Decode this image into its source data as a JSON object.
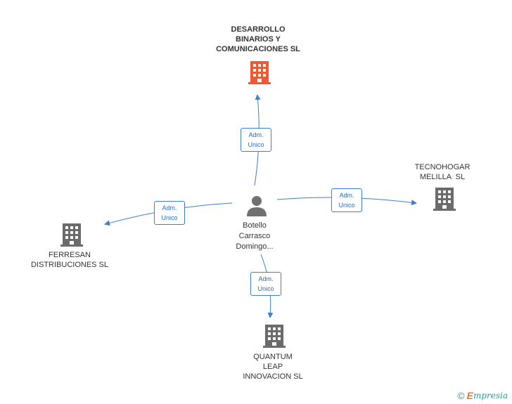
{
  "center": {
    "name_lines": [
      "Botello",
      "Carrasco",
      "Domingo..."
    ]
  },
  "companies": [
    {
      "id": "desarrollo",
      "lines": [
        "DESARROLLO",
        "BINARIOS Y",
        "COMUNICACIONES SL"
      ],
      "highlight": true
    },
    {
      "id": "tecnohogar",
      "lines": [
        "TECNOHOGAR",
        "MELILLA  SL"
      ],
      "highlight": false
    },
    {
      "id": "ferresan",
      "lines": [
        "FERRESAN",
        "DISTRIBUCIONES SL"
      ],
      "highlight": false
    },
    {
      "id": "quantum",
      "lines": [
        "QUANTUM",
        "LEAP",
        "INNOVACION SL"
      ],
      "highlight": false
    }
  ],
  "relations": [
    {
      "target": "desarrollo",
      "lines": [
        "Adm.",
        "Unico"
      ]
    },
    {
      "target": "tecnohogar",
      "lines": [
        "Adm.",
        "Unico"
      ]
    },
    {
      "target": "ferresan",
      "lines": [
        "Adm.",
        "Unico"
      ]
    },
    {
      "target": "quantum",
      "lines": [
        "Adm.",
        "Unico"
      ]
    }
  ],
  "colors": {
    "edge": "#3c7fd6",
    "building": "#6b6b6b",
    "building_highlight": "#f0592b",
    "person": "#707070"
  },
  "footer": {
    "copyright_symbol": "©",
    "brand_initial": "E",
    "brand_rest": "mpresia"
  }
}
